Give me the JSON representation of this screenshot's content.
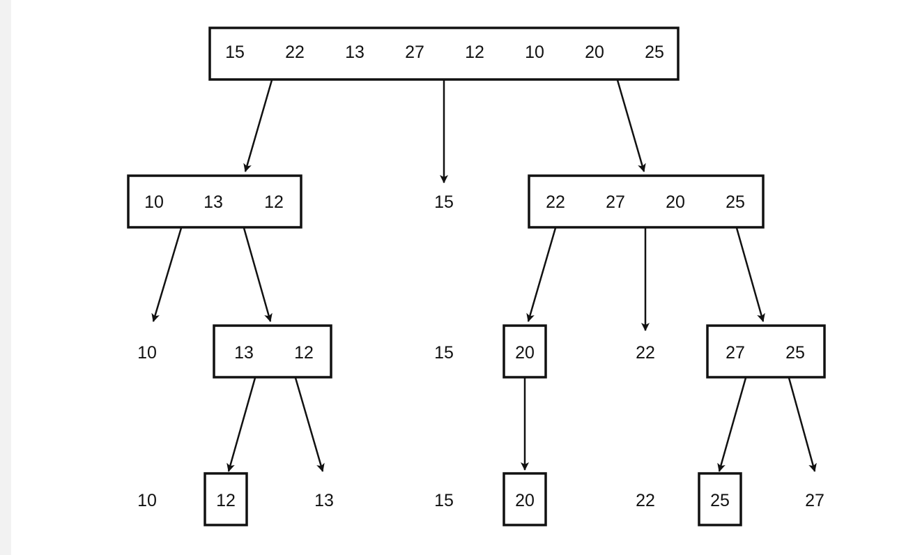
{
  "boxes": [
    {
      "values": [
        "15",
        "22",
        "13",
        "27",
        "12",
        "10",
        "20",
        "25"
      ]
    },
    {
      "values": [
        "10",
        "13",
        "12"
      ]
    },
    {
      "values": [
        "22",
        "27",
        "20",
        "25"
      ]
    },
    {
      "values": [
        "13",
        "12"
      ]
    },
    {
      "values": [
        "20"
      ]
    },
    {
      "values": [
        "27",
        "25"
      ]
    },
    {
      "values": [
        "12"
      ]
    },
    {
      "values": [
        "20"
      ]
    },
    {
      "values": [
        "25"
      ]
    }
  ],
  "loose_values": [
    "15",
    "10",
    "15",
    "22",
    "10",
    "13",
    "15",
    "22",
    "27"
  ]
}
